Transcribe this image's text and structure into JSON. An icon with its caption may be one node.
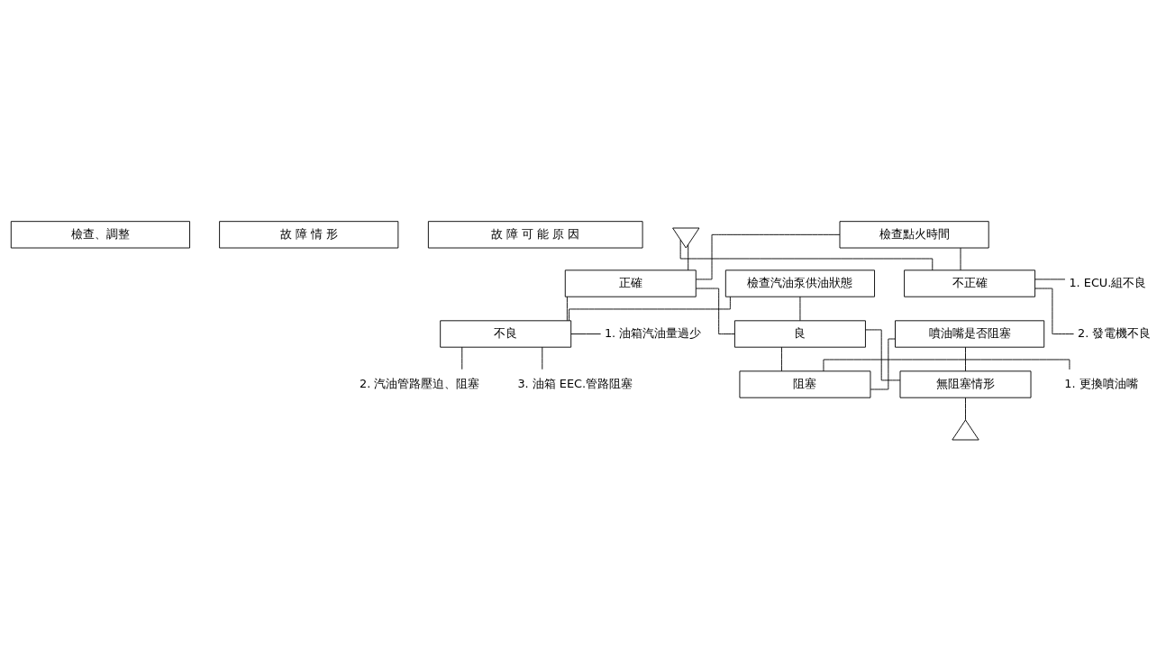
{
  "diagram": {
    "nodes": [
      {
        "text": [
          "檢查、調整"
        ]
      },
      {
        "text": [
          "故 障 情 形"
        ]
      },
      {
        "text": [
          "故 障 可 能 原 因"
        ]
      },
      {
        "text": [],
        "shape": "triangle"
      },
      {
        "text": [
          "檢查點火時間"
        ]
      },
      {
        "text": [
          "正確"
        ]
      },
      {
        "text": [
          "不正確"
        ]
      },
      {
        "text": [
          "1. ECU.組不良"
        ]
      },
      {
        "text": [
          "2. 發電機不良"
        ]
      },
      {
        "text": [
          "檢查汽油泵供油狀態"
        ]
      },
      {
        "text": [
          "良"
        ]
      },
      {
        "text": [
          "不良"
        ]
      },
      {
        "text": [
          "1. 油箱汽油量過少"
        ]
      },
      {
        "text": [
          "2. 汽油管路壓迫、阻塞"
        ]
      },
      {
        "text": [
          "3. 油箱 EEC.管路阻塞"
        ]
      },
      {
        "text": [
          "噴油嘴是否阻塞"
        ]
      },
      {
        "text": [
          "無阻塞情形"
        ]
      },
      {
        "text": [
          "阻塞"
        ]
      },
      {
        "text": [
          "1. 更換噴油嘴"
        ]
      },
      {
        "text": [],
        "shape": "triangle"
      }
    ],
    "edges": [
      {
        "from": 3,
        "to": 5,
        "arrow": "none"
      },
      {
        "from": 3,
        "to": 6,
        "arrow": "none"
      },
      {
        "from": 4,
        "to": 5,
        "arrow": "none"
      },
      {
        "from": 4,
        "to": 6,
        "arrow": "none"
      },
      {
        "from": 6,
        "to": 7,
        "arrow": "none"
      },
      {
        "from": 6,
        "to": 8,
        "arrow": "none"
      },
      {
        "from": 5,
        "to": 10,
        "arrow": "none"
      },
      {
        "from": 5,
        "to": 11,
        "arrow": "none"
      },
      {
        "from": 9,
        "to": 10,
        "arrow": "none"
      },
      {
        "from": 9,
        "to": 11,
        "arrow": "none"
      },
      {
        "from": 11,
        "to": 12,
        "arrow": "none"
      },
      {
        "from": 11,
        "to": 13,
        "arrow": "none"
      },
      {
        "from": 11,
        "to": 14,
        "arrow": "none"
      },
      {
        "from": 10,
        "to": 16,
        "arrow": "none"
      },
      {
        "from": 10,
        "to": 17,
        "arrow": "none"
      },
      {
        "from": 15,
        "to": 16,
        "arrow": "none"
      },
      {
        "from": 15,
        "to": 17,
        "arrow": "none"
      },
      {
        "from": 17,
        "to": 18,
        "arrow": "none"
      },
      {
        "from": 16,
        "to": 19,
        "arrow": "none"
      }
    ]
  }
}
